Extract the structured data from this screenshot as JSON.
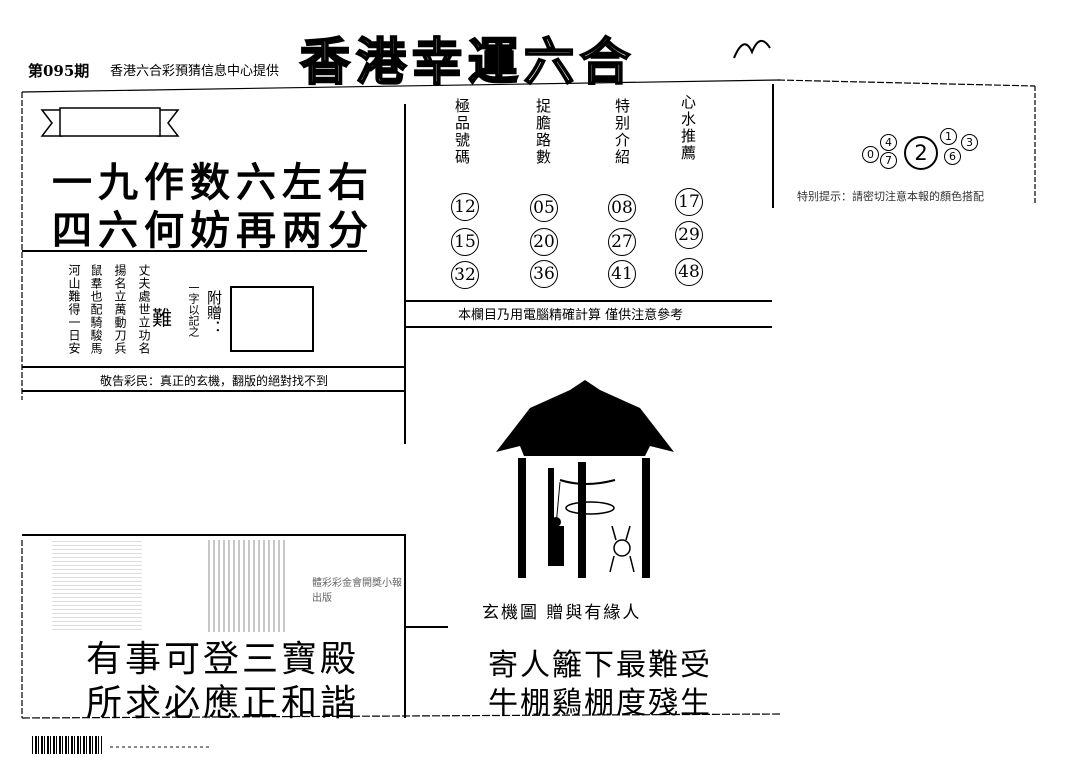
{
  "header": {
    "issue": "第095期",
    "provider": "香港六合彩預猜信息中心提供",
    "title": "香港幸運六合"
  },
  "poem_box": {
    "line1": "一九作数六左右",
    "line2": "四六何妨再两分"
  },
  "verse_lines": [
    "丈夫處世立功名",
    "揚名立萬動刀兵",
    "鼠羣也配騎駿馬",
    "河山難得一日安"
  ],
  "riddle": {
    "label": "一字以記之",
    "answer": "難",
    "gift": "附贈："
  },
  "warning": "敬告彩民：真正的玄機，翻版的絕對找不到",
  "categories": [
    "極品號碼",
    "捉膽路數",
    "特别介紹",
    "心水推薦"
  ],
  "number_grid": [
    [
      "12",
      "05",
      "08",
      "17"
    ],
    [
      "15",
      "20",
      "27",
      "29"
    ],
    [
      "32",
      "36",
      "41",
      "48"
    ]
  ],
  "calc_note": "本欄目乃用電腦精確計算 僅供注意參考",
  "small_balls": [
    "0",
    "4",
    "7",
    "2",
    "1",
    "6",
    "3"
  ],
  "tip": "特别提示：請密切注意本報的顏色搭配",
  "faded_text": "體彩彩金會開獎小報出版",
  "bottom_left": {
    "line1": "有事可登三寶殿",
    "line2": "所求必應正和諧"
  },
  "picture_caption": "玄機圖 贈與有緣人",
  "bottom_right": {
    "line1": "寄人籬下最難受",
    "line2": "牛棚鷄棚度殘生"
  }
}
